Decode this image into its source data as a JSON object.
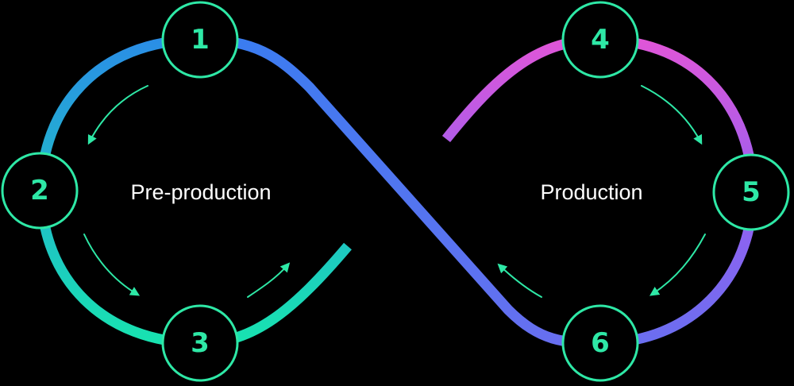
{
  "phases": {
    "left": "Pre-production",
    "right": "Production"
  },
  "steps": [
    {
      "id": "1",
      "label": "1"
    },
    {
      "id": "2",
      "label": "2"
    },
    {
      "id": "3",
      "label": "3"
    },
    {
      "id": "4",
      "label": "4"
    },
    {
      "id": "5",
      "label": "5"
    },
    {
      "id": "6",
      "label": "6"
    }
  ],
  "colors": {
    "node_stroke": "#2ee8a6",
    "node_text": "#2ee8a6",
    "arrow": "#2ee8a6",
    "phase_text": "#ffffff",
    "left_loop_top": "#2a8ee6",
    "left_loop_bottom": "#18e3b0",
    "cross_start": "#3b7cf0",
    "cross_end": "#6a6ef0",
    "right_loop_top": "#e056d8",
    "right_loop_bottom": "#6a6ef0",
    "background": "#000000"
  }
}
